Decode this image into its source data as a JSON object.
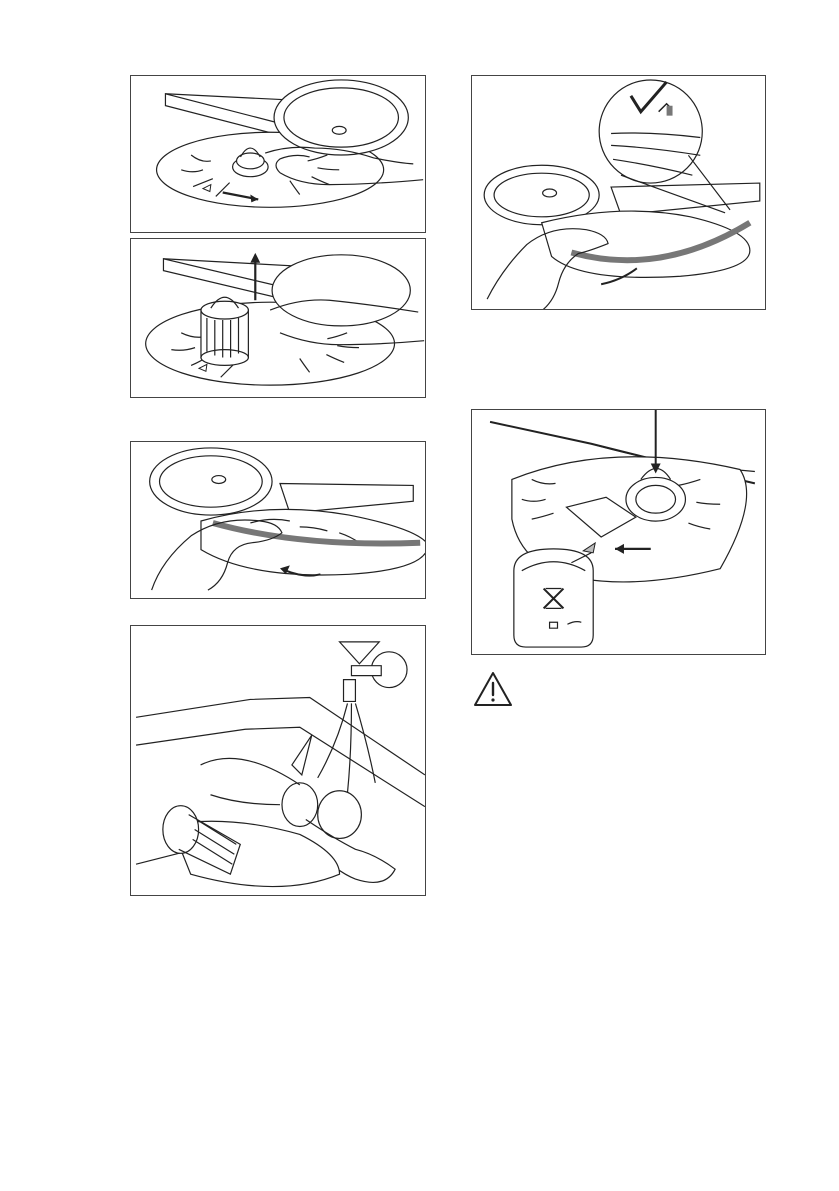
{
  "figures": [
    {
      "id": "p1",
      "depicts": "cover-twist"
    },
    {
      "id": "p2",
      "depicts": "filter-lift"
    },
    {
      "id": "p3",
      "depicts": "flat-filter-removal"
    },
    {
      "id": "p4",
      "depicts": "rinse-filters"
    },
    {
      "id": "p5",
      "depicts": "flat-filter-reinsert"
    },
    {
      "id": "p6",
      "depicts": "filter-lock"
    }
  ],
  "warning": {
    "icon": "warning-triangle-icon"
  },
  "colors": {
    "line": "#222222",
    "rim": "#777777",
    "gray": "#bdbdbd"
  }
}
